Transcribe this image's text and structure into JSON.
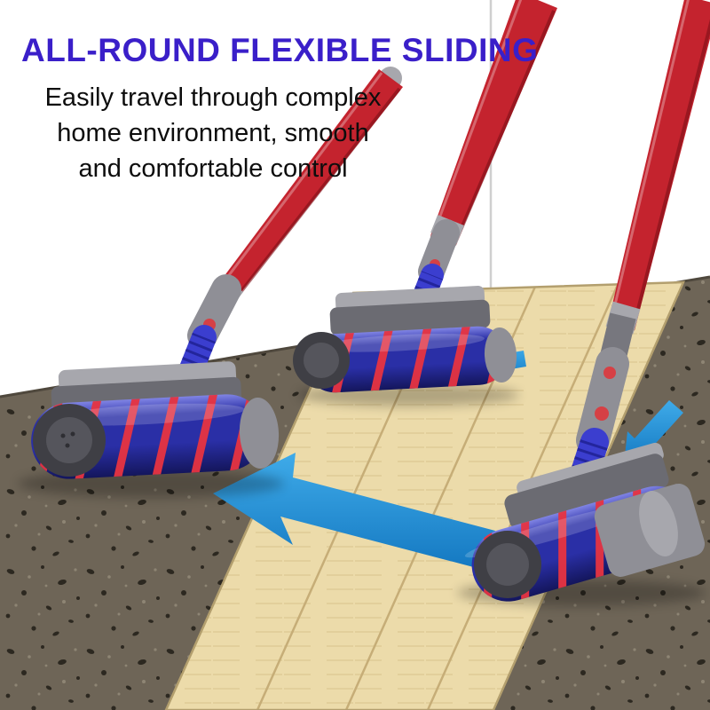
{
  "title": "ALL-ROUND FLEXIBLE SLIDING",
  "subtitle_lines": [
    "Easily travel through complex",
    "home environment, smooth",
    "and comfortable control"
  ],
  "scene": {
    "objects": [
      "vacuum-left",
      "vacuum-middle",
      "vacuum-right",
      "wood-plank-path",
      "speckled-floor",
      "wall-corner",
      "arrow-big-left",
      "arrow-small-left",
      "arrow-down-left"
    ]
  },
  "colors": {
    "title": "#3a1fc9",
    "text": "#0d0d0d",
    "arrow_light": "#3fabe9",
    "arrow_dark": "#1478c1",
    "pole_red": "#c4232e",
    "pole_shade": "#7e1018",
    "roller_top": "#8084e4",
    "roller_mid": "#2a2fa6",
    "roller_dark": "#14165c",
    "stripe_red": "#e63341",
    "neck_blue": "#3b3ecf",
    "neck_rib": "#23259c",
    "metal_light": "#a7a7ad",
    "metal_mid": "#8f8f96",
    "metal_dark": "#6b6b72",
    "cap_dark": "#3f3f45",
    "floor": "#6e6557",
    "speckle_dark": "#2c2820",
    "speckle_light": "#968d7c",
    "wood": "#ecdbaa",
    "wood_seam": "#c6ad77",
    "wood_grain": "#d9c58f",
    "wall": "#ffffff",
    "wall_corner": "#cfcfcf"
  }
}
